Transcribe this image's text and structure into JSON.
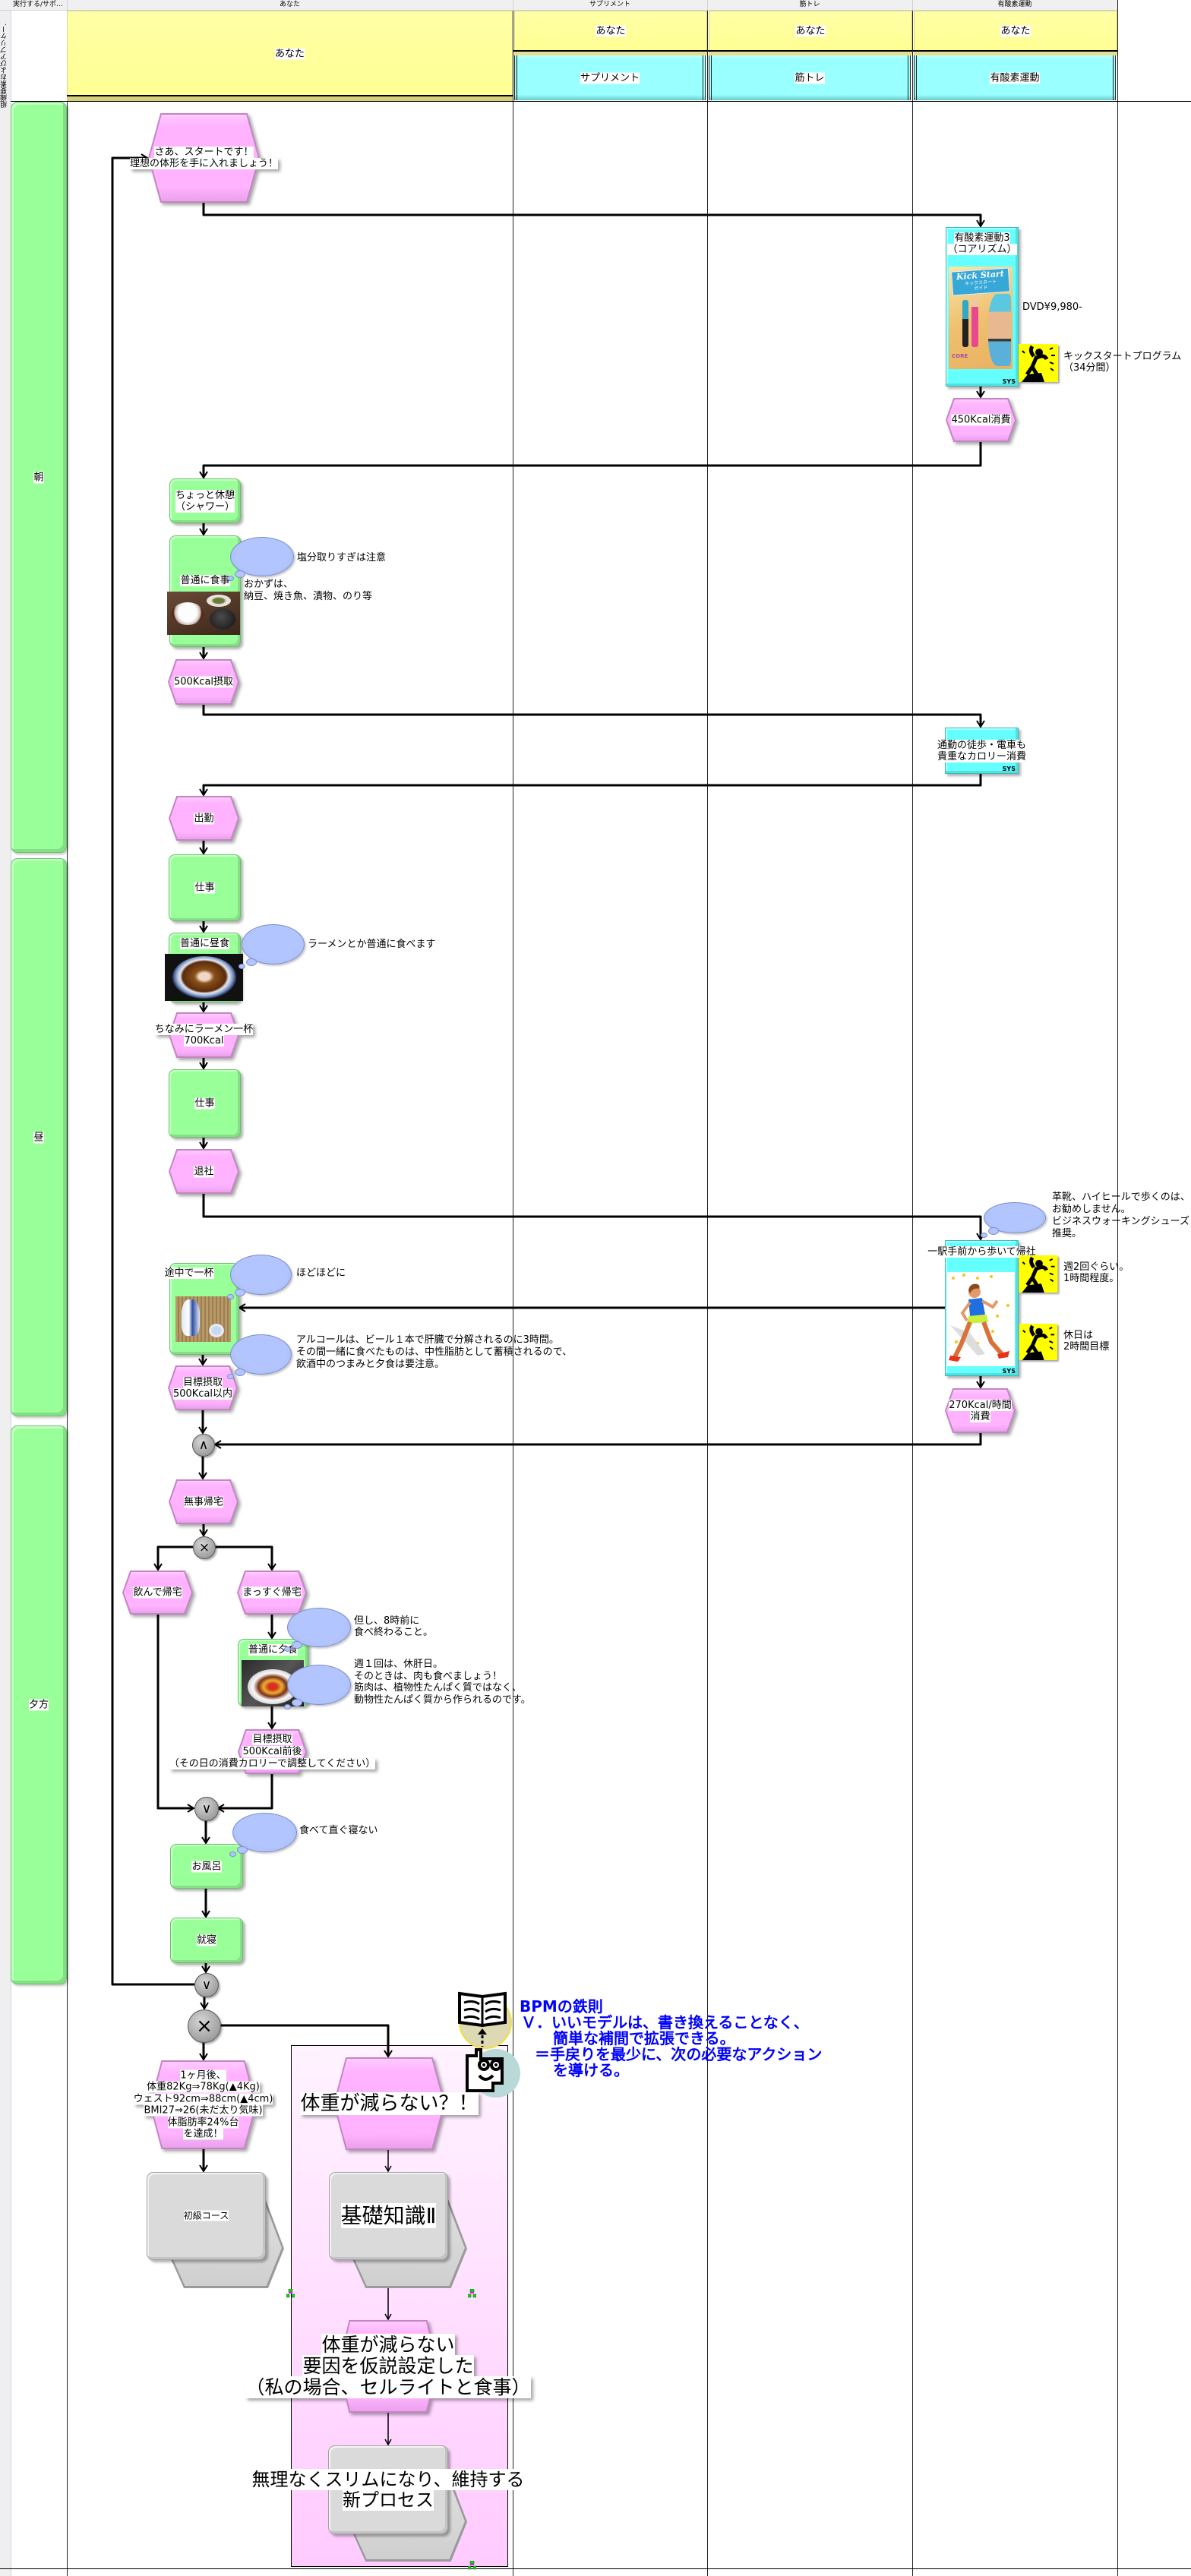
{
  "topbar": {
    "labels": [
      "実行する/サポ...",
      "あなた",
      "サプリメント",
      "筋トレ",
      "有酸素運動"
    ]
  },
  "row_header": "組織要素およびアプリケー...",
  "header": {
    "main_role": "あなた",
    "columns": [
      {
        "role": "あなた",
        "system": "サプリメント"
      },
      {
        "role": "あなた",
        "system": "筋トレ"
      },
      {
        "role": "あなた",
        "system": "有酸素運動"
      }
    ]
  },
  "lanes": [
    "朝",
    "昼",
    "夕方"
  ],
  "events": {
    "start": "さあ、スタートです！\n理想の体形を手に入れましょう！",
    "burn_450": "450Kcal消費",
    "intake_500": "500Kcal摂取",
    "go_to_work": "出勤",
    "ramen_kcal": "ちなみにラーメン一杯\n700Kcal",
    "leave_work": "退社",
    "burn_270": "270Kcal/時間\n消費",
    "target_intake_1": "目標摂取\n500Kcal以内",
    "home_safe": "無事帰宅",
    "home_after_drink": "飲んで帰宅",
    "home_direct": "まっすぐ帰宅",
    "target_intake_2": "目標摂取\n500Kcal前後\n（その日の消費カロリーで調整してください）",
    "result_1month": "1ヶ月後、\n体重82Kg⇒78Kg(▲4Kg)\nウェスト92cm⇒88cm(▲4cm)\nBMI27⇒26(未だ太り気味)\n体脂肪率24%台\nを達成！",
    "not_losing": "体重が減らない？！",
    "hypothesis": "体重が減らない\n要因を仮説設定した\n（私の場合、セルライトと食事）"
  },
  "functions": {
    "short_break": "ちょっと休憩\n（シャワー）",
    "normal_meal": "普通に食事",
    "work_1": "仕事",
    "normal_lunch": "普通に昼食",
    "work_2": "仕事",
    "drink_on_way": "途中で一杯",
    "normal_dinner": "普通に夕食",
    "bath": "お風呂",
    "sleep": "就寝"
  },
  "systems": {
    "core_rhythm": "有酸素運動3\n（コアリズム）",
    "commute": "通勤の徒歩・電車も\n貴重なカロリー消費",
    "walk_station": "一駅手前から歩いて帰社",
    "badge": "SYS"
  },
  "dvd_cover": {
    "title": "Kick Start",
    "subtitle": "キックスタート\nガイド",
    "logo": "CORE"
  },
  "notes": {
    "salt": "塩分取りすぎは注意",
    "side_dishes": "おかずは、\n納豆、焼き魚、漬物、のり等",
    "ramen": "ラーメンとか普通に食べます",
    "shoes": "革靴、ハイヒールで歩くのは、\nお勧めしません。\nビジネスウォーキングシューズ\n推奨。",
    "moderation": "ほどほどに",
    "alcohol": "アルコールは、ビール１本で肝臓で分解されるのに3時間。\nその間一緒に食べたものは、中性脂肪として蓄積されるので、\n飲酒中のつまみと夕食は要注意。",
    "before_8": "但し、8時前に\n食べ終わること。",
    "liver_day": "週１回は、休肝日。\nそのときは、肉も食べましょう！\n筋肉は、植物性たんぱく質ではなく、\n動物性たんぱく質から作られるのです。",
    "no_sleep": "食べて直ぐ寝ない"
  },
  "side_labels": {
    "dvd_price": "DVD¥9,980-",
    "kickstart_program": "キックスタートプログラム\n（34分間）",
    "twice_week": "週2回ぐらい。\n1時間程度。",
    "holiday": "休日は\n2時間目標"
  },
  "gates": {
    "and": "∧",
    "xor": "×",
    "or": "∨"
  },
  "process_interfaces": {
    "beginner_course": "初級コース",
    "basics_2": "基礎知識Ⅱ",
    "new_process": "無理なくスリムになり、維持する\n新プロセス"
  },
  "bpm_rule": {
    "title": "BPMの鉄則",
    "lines": [
      "Ｖ．いいモデルは、書き換えることなく、",
      "簡単な補間で拡張できる。",
      "＝手戻りを最少に、次の必要なアクション",
      "を導ける。"
    ]
  },
  "colors": {
    "event": "#ffb3ff",
    "function": "#99ff99",
    "system": "#66ffff",
    "role_header": "#ffff99",
    "system_header": "#99ffff",
    "bubble": "#b3c5ff",
    "bpm_text": "#0000ff"
  }
}
